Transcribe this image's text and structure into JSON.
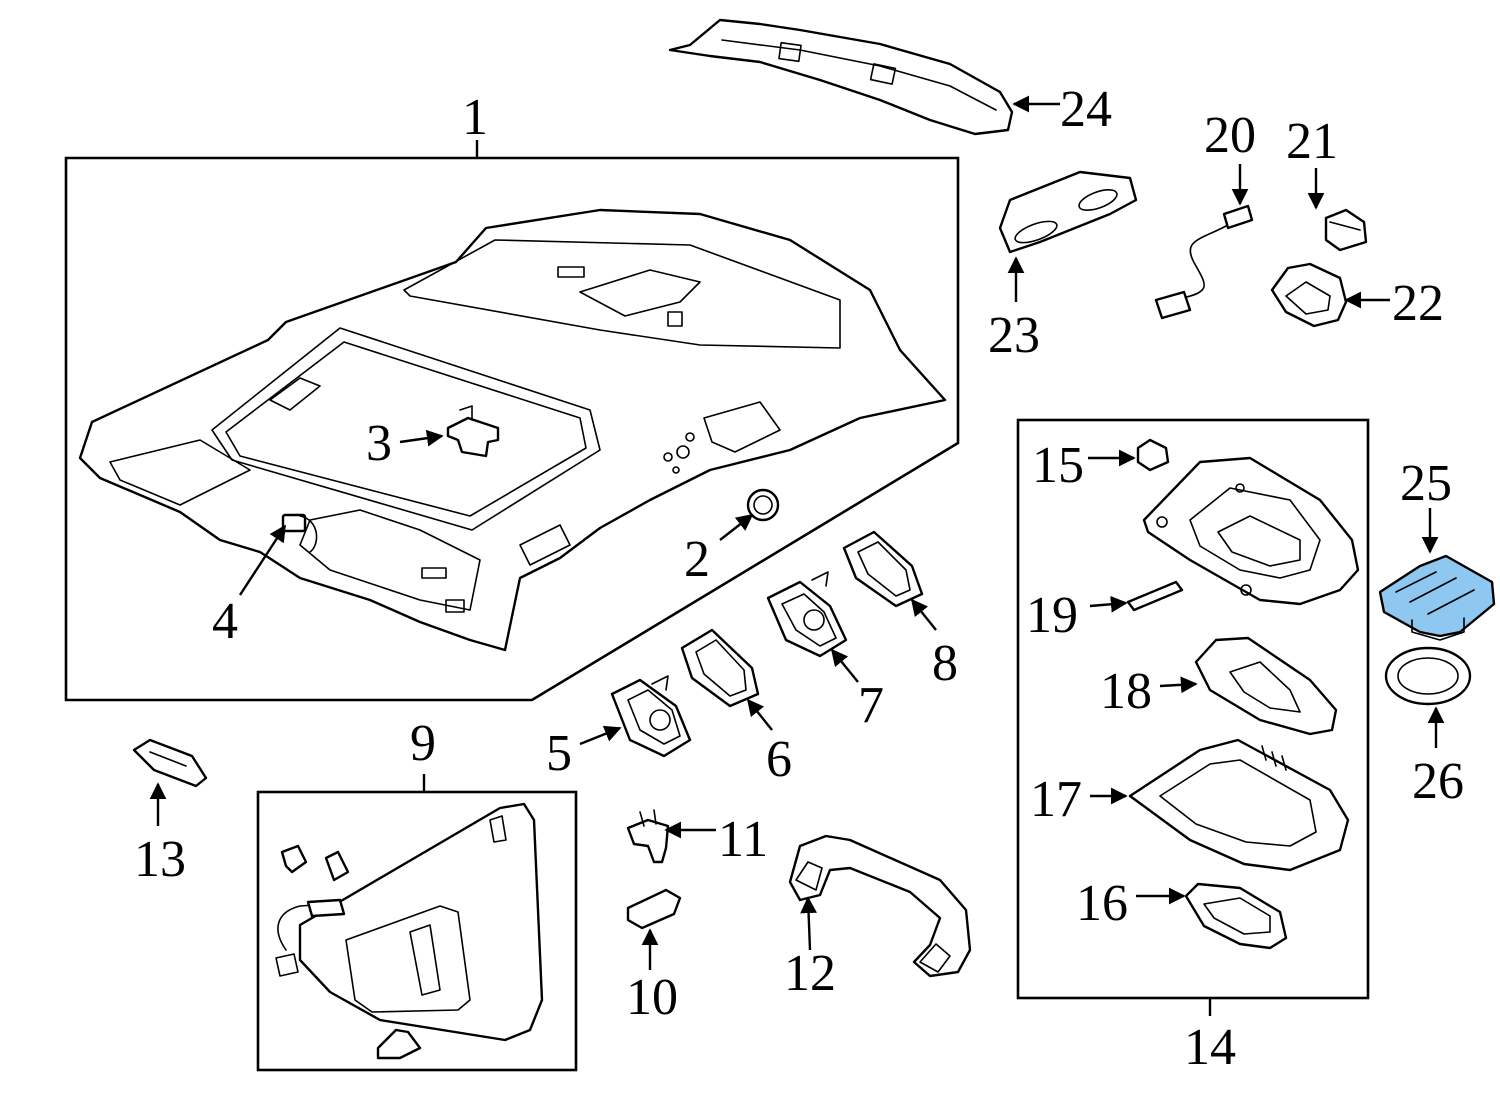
{
  "diagram": {
    "highlight_color": "#8ec8f0",
    "callouts": [
      "1",
      "2",
      "3",
      "4",
      "5",
      "6",
      "7",
      "8",
      "9",
      "10",
      "11",
      "12",
      "13",
      "14",
      "15",
      "16",
      "17",
      "18",
      "19",
      "20",
      "21",
      "22",
      "23",
      "24",
      "25",
      "26"
    ],
    "highlighted_part": "25"
  }
}
